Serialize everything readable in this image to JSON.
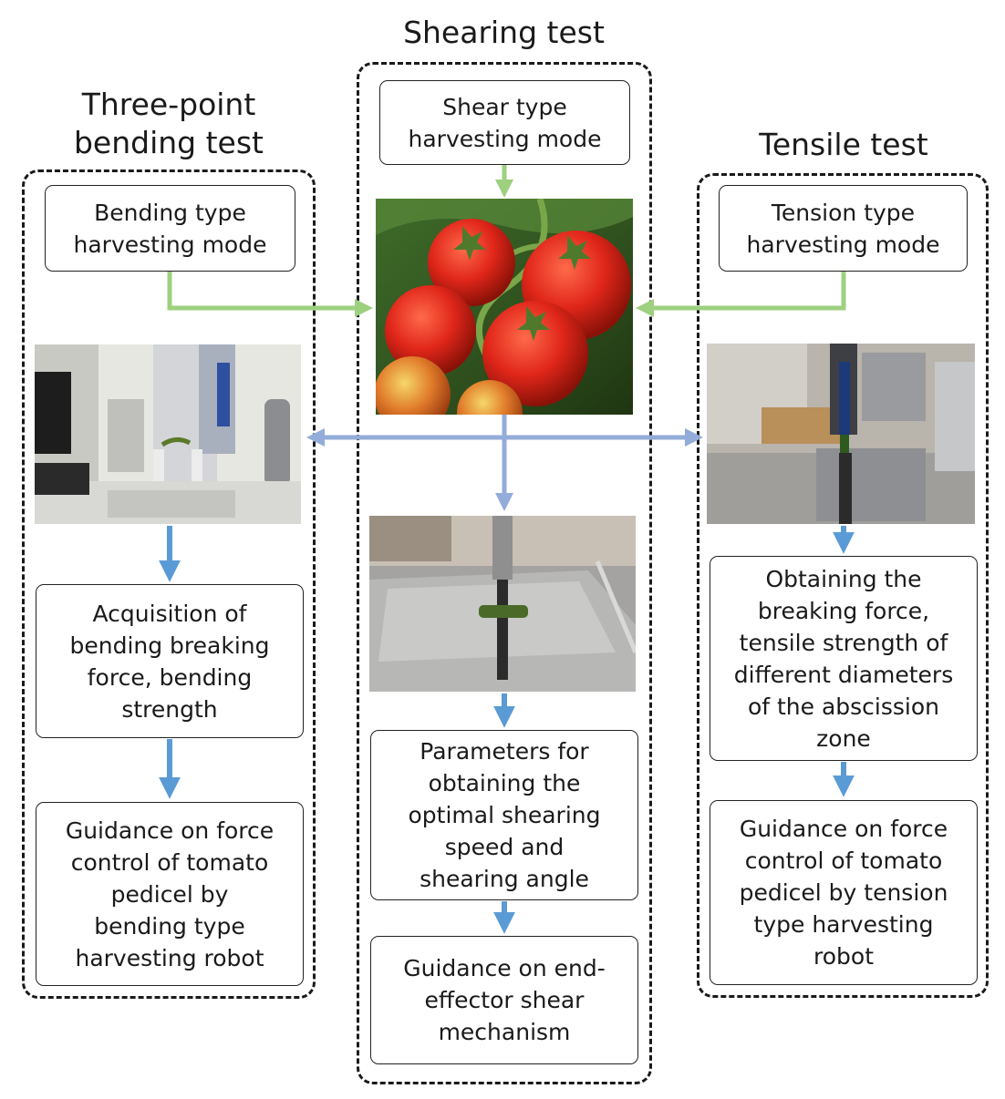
{
  "titles": {
    "bending": "Three-point\nbending test",
    "shearing": "Shearing test",
    "tensile": "Tensile test"
  },
  "bending": {
    "mode": "Bending type\nharvesting mode",
    "step1": "Acquisition of\nbending breaking\nforce, bending\nstrength",
    "step2": "Guidance on force\ncontrol of tomato\npedicel by\nbending type\nharvesting robot"
  },
  "shearing": {
    "mode": "Shear type\nharvesting mode",
    "step1": "Parameters for\nobtaining the\noptimal shearing\nspeed and\nshearing angle",
    "step2": "Guidance on end-\neffector shear\nmechanism"
  },
  "tensile": {
    "mode": "Tension type\nharvesting mode",
    "step1": "Obtaining the\nbreaking force,\ntensile strength of\ndifferent diameters\nof the abscission\nzone",
    "step2": "Guidance on force\ncontrol of tomato\npedicel by tension\ntype harvesting\nrobot"
  },
  "colors": {
    "green_arrow": "#9dd07f",
    "blue_arrow": "#5b9bd5",
    "blue_cross": "#93acd9",
    "dash_border": "#1a1a1a"
  }
}
